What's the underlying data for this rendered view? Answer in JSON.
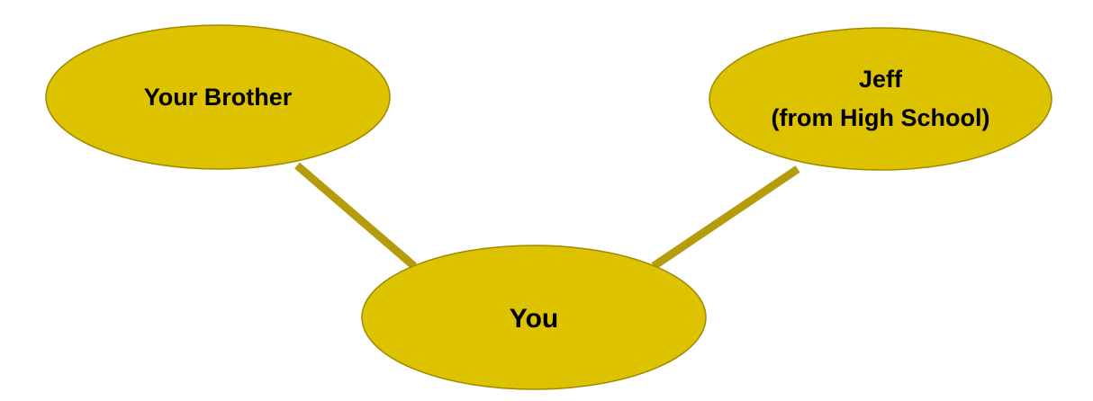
{
  "diagram": {
    "type": "relationship-graph",
    "colors": {
      "node_fill": "#ddc200",
      "node_stroke": "#a08a00",
      "edge": "#b59c0b",
      "label": "#000000",
      "background": "#ffffff"
    },
    "nodes": [
      {
        "id": "brother",
        "lines": [
          "Your Brother"
        ]
      },
      {
        "id": "jeff",
        "lines": [
          "Jeff",
          "(from High School)"
        ]
      },
      {
        "id": "you",
        "lines": [
          "You"
        ]
      }
    ],
    "edges": [
      {
        "from": "brother",
        "to": "you"
      },
      {
        "from": "jeff",
        "to": "you"
      }
    ]
  }
}
